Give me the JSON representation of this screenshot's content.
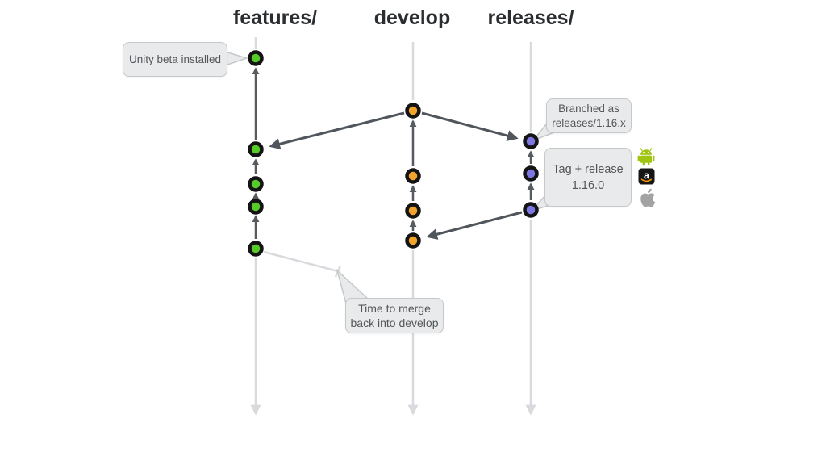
{
  "slide": {
    "branches": [
      {
        "label": "features/",
        "commit_color": "#57cb28",
        "commit_count": 5
      },
      {
        "label": "develop",
        "commit_color": "#f1a32c",
        "commit_count": 4
      },
      {
        "label": "releases/",
        "commit_color": "#7e76e3",
        "commit_count": 3
      }
    ],
    "callouts": {
      "unity": {
        "text": "Unity beta installed"
      },
      "branched": {
        "line1": "Branched as",
        "line2": "releases/1.16.x"
      },
      "tag": {
        "line1": "Tag + release",
        "line2": "1.16.0"
      },
      "merge": {
        "line1": "Time to merge",
        "line2": "back into develop"
      }
    },
    "connections": [
      {
        "from": "develop",
        "to": "features/",
        "style": "arrow"
      },
      {
        "from": "develop",
        "to": "releases/",
        "style": "arrow"
      },
      {
        "from": "releases/",
        "to": "develop",
        "style": "arrow"
      },
      {
        "from": "features/",
        "to": "develop",
        "style": "pending-merge"
      }
    ],
    "icons": [
      {
        "name": "android-icon"
      },
      {
        "name": "amazon-appstore-icon"
      },
      {
        "name": "apple-icon"
      }
    ],
    "colors": {
      "feature_commit": "#57cb28",
      "develop_commit": "#f1a32c",
      "release_commit": "#7e76e3",
      "commit_ring": "#141414",
      "edge_dark": "#565b60",
      "edge_light": "#d8dadd",
      "callout_bg": "#e9eaeb",
      "callout_border": "#c6c8ca",
      "android_green": "#9fc411",
      "amazon_orange": "#ff9900",
      "apple_gray": "#a3a3a3"
    }
  }
}
